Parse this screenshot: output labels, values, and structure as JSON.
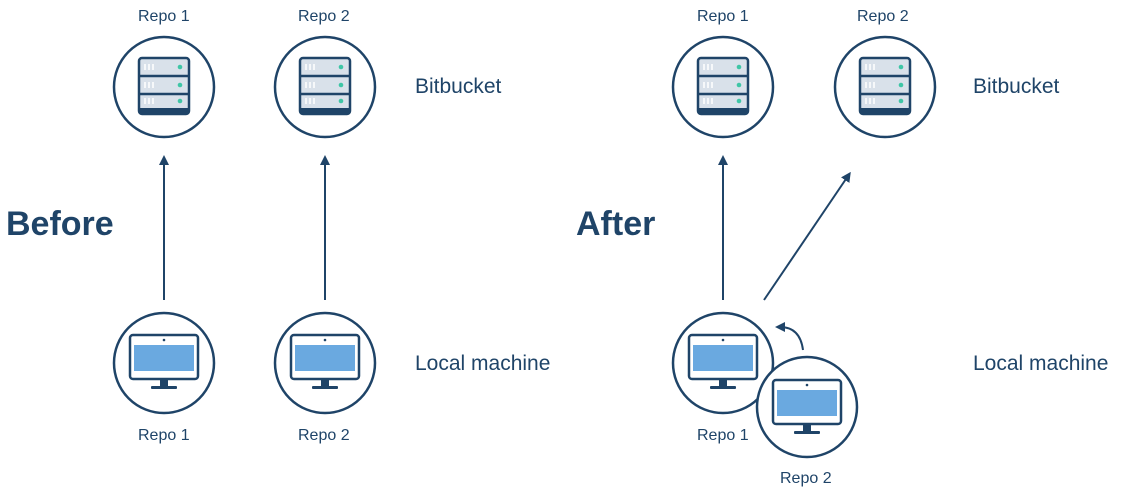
{
  "before": {
    "title": "Before",
    "remote": {
      "repo1_label": "Repo 1",
      "repo2_label": "Repo 2",
      "group_label": "Bitbucket"
    },
    "local": {
      "repo1_label": "Repo 1",
      "repo2_label": "Repo 2",
      "group_label": "Local machine"
    }
  },
  "after": {
    "title": "After",
    "remote": {
      "repo1_label": "Repo 1",
      "repo2_label": "Repo 2",
      "group_label": "Bitbucket"
    },
    "local": {
      "repo1_label": "Repo 1",
      "repo2_label": "Repo 2",
      "group_label": "Local machine"
    }
  },
  "colors": {
    "navy": "#1f4468",
    "screen": "#6aa9e0",
    "server_light": "#d9e1ea",
    "led": "#3fc6a6"
  },
  "icons": {
    "server": "server-icon",
    "monitor": "monitor-icon",
    "arrow": "arrow-icon"
  }
}
